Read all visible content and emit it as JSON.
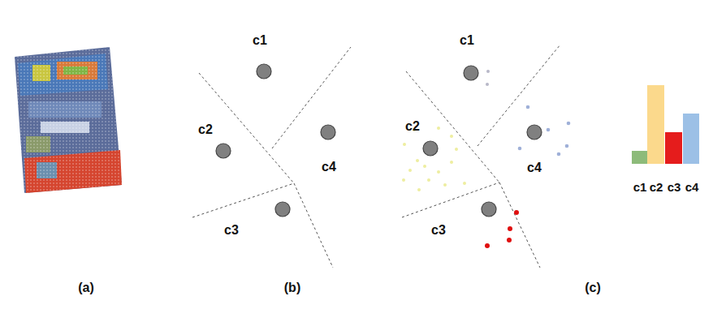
{
  "diagram": {
    "labels": [
      "c1",
      "c2",
      "c4",
      "c3",
      "c1",
      "c2",
      "c4",
      "c3",
      "c1",
      "c2",
      "c3",
      "c4",
      "(a)",
      "(b)",
      "(c)"
    ]
  }
}
